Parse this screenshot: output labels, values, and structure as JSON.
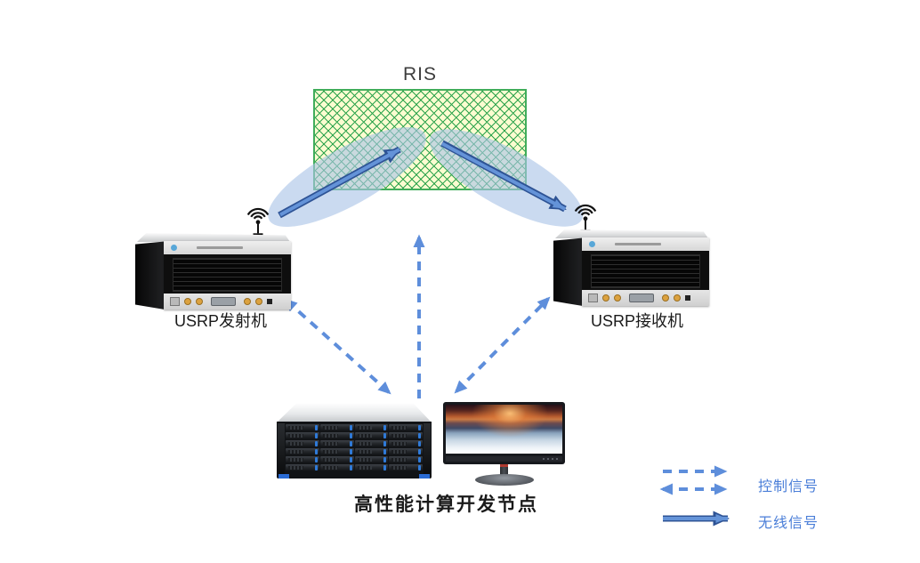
{
  "nodes": {
    "ris": {
      "label": "RIS"
    },
    "transmitter": {
      "label": "USRP发射机"
    },
    "receiver": {
      "label": "USRP接收机"
    },
    "compute": {
      "label": "高性能计算开发节点"
    }
  },
  "legend": {
    "control_label": "控制信号",
    "wireless_label": "无线信号"
  },
  "connections": [
    {
      "from": "transmitter",
      "to": "ris",
      "type": "wireless",
      "style": "solid-arrow"
    },
    {
      "from": "ris",
      "to": "receiver",
      "type": "wireless",
      "style": "solid-arrow"
    },
    {
      "from": "compute",
      "to": "transmitter",
      "type": "control",
      "style": "dashed-double-arrow"
    },
    {
      "from": "compute",
      "to": "ris",
      "type": "control",
      "style": "dashed-arrow"
    },
    {
      "from": "compute",
      "to": "receiver",
      "type": "control",
      "style": "dashed-double-arrow"
    }
  ],
  "colors": {
    "dashed_arrow": "#5e8edb",
    "solid_arrow_fill": "#6493d8",
    "solid_arrow_outline": "#2e5395",
    "beam_fill": "#a9c4e7",
    "ris_hatch": "#2da44e",
    "ris_background": "#fcfcd0",
    "ris_border": "#41ad5b",
    "legend_text": "#4a7ed8"
  },
  "icons": {
    "antenna": "antenna-icon"
  }
}
